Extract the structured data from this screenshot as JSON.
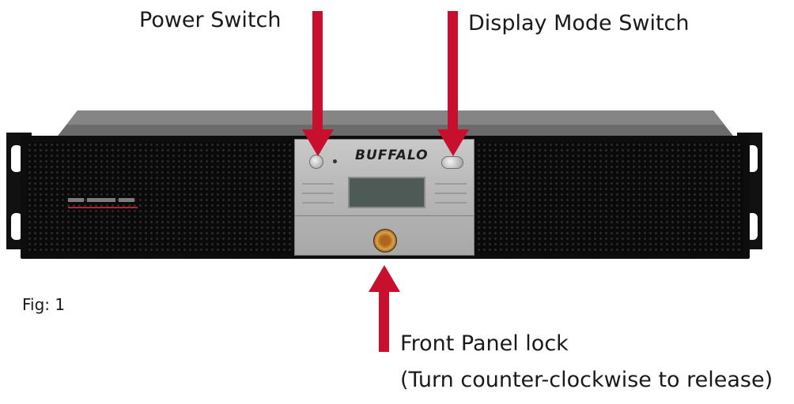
{
  "labels": {
    "power_switch": "Power Switch",
    "display_mode_switch": "Display Mode Switch",
    "front_panel_lock": "Front Panel lock",
    "release_hint": "(Turn counter-clockwise to release)",
    "figure": "Fig: 1"
  },
  "device": {
    "brand": "BUFFALO"
  },
  "colors": {
    "arrow": "#c8102e",
    "chassis": "#0d0d0d",
    "panel": "#bdbdbd",
    "accent_line": "#b3242e"
  },
  "icons": {
    "power_button": "power-button-icon",
    "display_button": "display-mode-button-icon",
    "lock": "lock-icon"
  }
}
